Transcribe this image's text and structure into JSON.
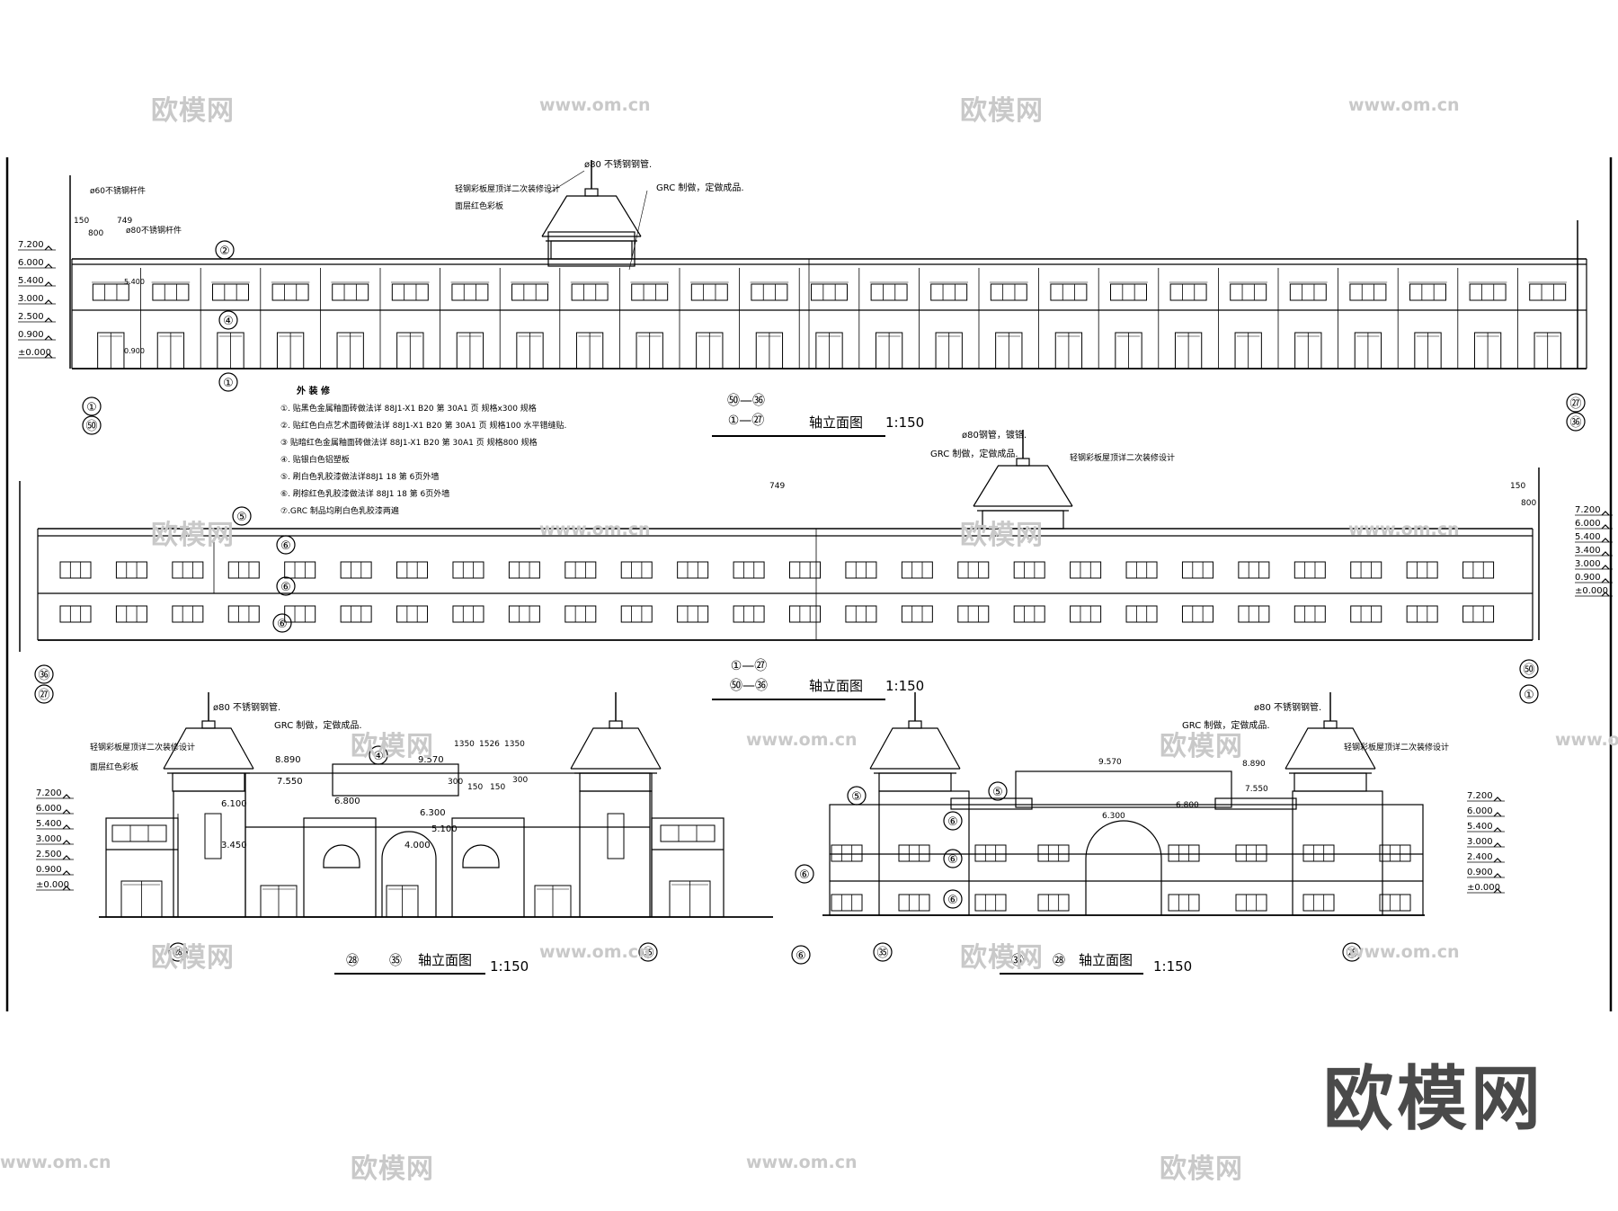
{
  "brand": {
    "logo_text": "欧模网",
    "watermark_text": "欧模网",
    "watermark_url": "www.om.cn"
  },
  "views": [
    {
      "id": "front",
      "caption_top": "①—㉗",
      "caption_bottom": "㊿—㊱",
      "caption_prefix": "",
      "title": "轴立面图",
      "scale": "1:150",
      "left_axis": [
        "①",
        "㊿"
      ],
      "right_axis": [
        "㉗",
        "㊱"
      ],
      "levels": [
        "7.200",
        "6.000",
        "5.400",
        "3.000",
        "2.500",
        "0.900",
        "±0.000"
      ],
      "annotations": [
        "ø80 不锈钢钢管.",
        "GRC 制做，定做成品.",
        "轻钢彩板屋顶详二次装修设计",
        "面层红色彩板",
        "ø60不锈钢杆件",
        "ø80不锈钢杆件",
        "150",
        "749",
        "800",
        "5.400",
        "0.900"
      ]
    },
    {
      "id": "back",
      "caption_top": "①—㉗",
      "caption_bottom": "㊿—㊱",
      "title": "轴立面图",
      "scale": "1:150",
      "left_axis": [
        "㊱",
        "㉗"
      ],
      "right_axis": [
        "㊿",
        "①"
      ],
      "levels": [
        "7.200",
        "6.000",
        "5.400",
        "3.400",
        "3.000",
        "0.900",
        "±0.000"
      ],
      "annotations": [
        "ø80钢管，镀铬.",
        "GRC 制做，定做成品.",
        "轻钢彩板屋顶详二次装修设计",
        "749",
        "150",
        "800"
      ]
    },
    {
      "id": "side-a",
      "caption_a": "㉘",
      "caption_b": "㉟",
      "title": "轴立面图",
      "scale": "1:150",
      "left_axis": "㉘",
      "right_axis": "㉟",
      "levels": [
        "7.200",
        "6.000",
        "5.400",
        "3.000",
        "2.500",
        "0.900",
        "±0.000"
      ],
      "annotations": [
        "ø80 不锈钢钢管.",
        "GRC 制做，定做成品.",
        "轻钢彩板屋顶详二次装修设计",
        "面层红色彩板",
        "8.890",
        "7.550",
        "6.100",
        "6.800",
        "9.570",
        "6.300",
        "5.100",
        "4.000",
        "3.450",
        "1350",
        "1526",
        "1350",
        "300",
        "150",
        "150",
        "300"
      ]
    },
    {
      "id": "side-b",
      "caption_a": "㉟",
      "caption_b": "㉘",
      "title": "轴立面图",
      "scale": "1:150",
      "left_axis": "㉟",
      "right_axis": "㉘",
      "levels": [
        "7.200",
        "6.000",
        "5.400",
        "3.000",
        "2.400",
        "0.900",
        "±0.000"
      ],
      "annotations": [
        "ø80 不锈钢钢管.",
        "GRC 制做，定做成品.",
        "轻钢彩板屋顶详二次装修设计",
        "9.570",
        "8.890",
        "7.550",
        "6.300",
        "6.800"
      ]
    }
  ],
  "finish_notes": {
    "heading": "外 装 修",
    "items": [
      "①. 贴黑色金属釉面砖做法详 88J1-X1 B20 第 30A1 页 规格x300 规格",
      "②. 贴红色白点艺术面砖做法详 88J1-X1 B20 第 30A1 页 规格100 水平错缝贴.",
      "③ 贴暗红色金属釉面砖做法详 88J1-X1 B20 第 30A1 页 规格800 规格",
      "④. 贴银白色铝塑板",
      "⑤. 刷白色乳胶漆做法详88J1 18 第 6页外墙",
      "⑥. 刷棕红色乳胶漆做法详 88J1 18 第 6页外墙",
      "⑦.GRC 制品均刷白色乳胶漆两遍"
    ]
  },
  "callouts": [
    "①",
    "②",
    "③",
    "④",
    "⑤",
    "⑥",
    "⑦"
  ]
}
